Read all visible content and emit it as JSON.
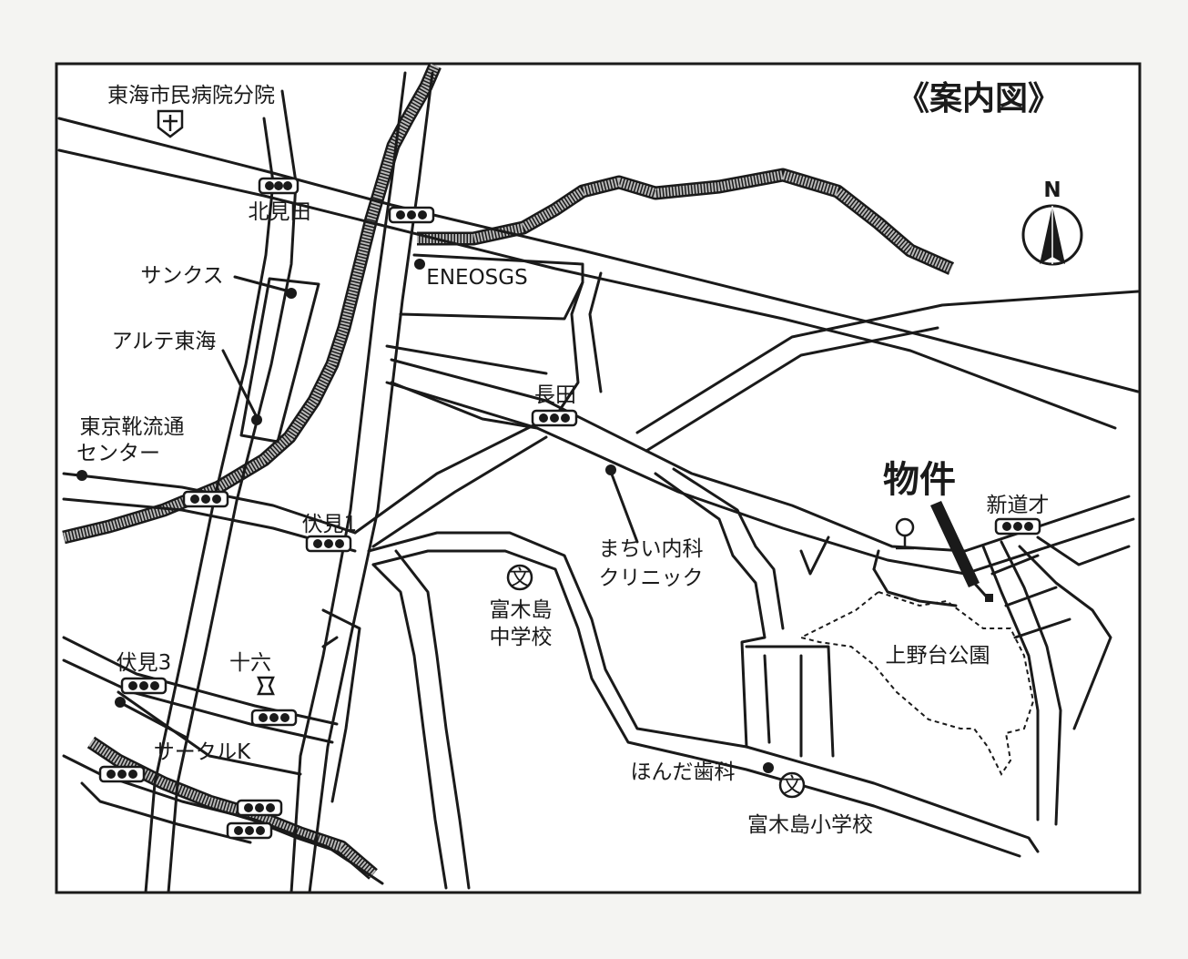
{
  "map": {
    "title": "《案内図》",
    "north": "N",
    "property_label": "物件",
    "labels": {
      "hospital": "東海市民病院分院",
      "kitamita": "北見田",
      "sunkus": "サンクス",
      "arute": "アルテ東海",
      "tokyo_shoes_1": "東京靴流通",
      "tokyo_shoes_2": "センター",
      "eneos": "ENEOSGS",
      "nagata": "長田",
      "fushimi1": "伏見1",
      "machii_1": "まちい内科",
      "machii_2": "クリニック",
      "jh_1": "富木島",
      "jh_2": "中学校",
      "shindoai": "新道才",
      "park": "上野台公園",
      "fushimi3": "伏見3",
      "juroku": "十六",
      "circlek": "サークルK",
      "honda": "ほんだ歯科",
      "es": "富木島小学校",
      "school_symbol": "文"
    }
  }
}
